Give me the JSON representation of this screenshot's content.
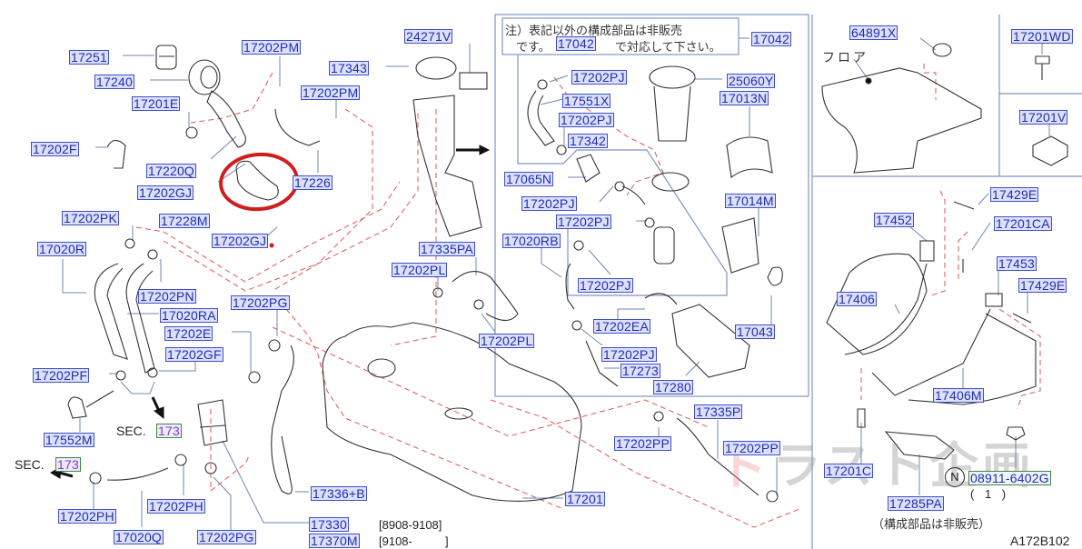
{
  "diagram": {
    "title_code": "A172B102",
    "colors": {
      "label_text": "#1f2fb0",
      "label_fill": "#dde0fb",
      "label_border": "#3f4fc9",
      "dashed_guide": "#e05555",
      "leader": "#6f87b3",
      "highlight_circle": "#d01e1e",
      "watermark_red": "#f28b8b",
      "watermark_gray": "#8a8a8a"
    },
    "note_box": {
      "line1": "注）表記以外の構成部品は非販売",
      "line2_prefix": "です。",
      "line2_ref": "17042",
      "line2_suffix": "で対応して下さい。",
      "ref_label": "17042"
    },
    "floor_label": "フロア",
    "sec_refs": [
      {
        "prefix": "SEC.",
        "code": "173"
      },
      {
        "prefix": "SEC.",
        "code": "173"
      }
    ],
    "date_ranges": [
      "[8908-9108]",
      "[9108-          ]"
    ],
    "n_marker": "N",
    "n_part": "08911-6402G",
    "n_qty": "( 1 )",
    "not_sold_note": "（構成部品は非販売）",
    "watermark": {
      "red": "ト",
      "gray": "ラスト企画"
    },
    "parts": [
      {
        "id": "p17251",
        "code": "17251"
      },
      {
        "id": "p17240",
        "code": "17240"
      },
      {
        "id": "p17201E",
        "code": "17201E"
      },
      {
        "id": "p17202F",
        "code": "17202F"
      },
      {
        "id": "p17220Q",
        "code": "17220Q"
      },
      {
        "id": "p17202GJ_a",
        "code": "17202GJ"
      },
      {
        "id": "p17202PM_a",
        "code": "17202PM"
      },
      {
        "id": "p17202PM_b",
        "code": "17202PM"
      },
      {
        "id": "p17226",
        "code": "17226"
      },
      {
        "id": "p17343",
        "code": "17343"
      },
      {
        "id": "p24271V",
        "code": "24271V"
      },
      {
        "id": "p17202PK",
        "code": "17202PK"
      },
      {
        "id": "p17228M",
        "code": "17228M"
      },
      {
        "id": "p17202GJ_b",
        "code": "17202GJ"
      },
      {
        "id": "p17020R",
        "code": "17020R"
      },
      {
        "id": "p17202PN",
        "code": "17202PN"
      },
      {
        "id": "p17020RA",
        "code": "17020RA"
      },
      {
        "id": "p17202PG_a",
        "code": "17202PG"
      },
      {
        "id": "p17202E",
        "code": "17202E"
      },
      {
        "id": "p17202GF",
        "code": "17202GF"
      },
      {
        "id": "p17202PF",
        "code": "17202PF"
      },
      {
        "id": "p17552M",
        "code": "17552M"
      },
      {
        "id": "p17202PH_a",
        "code": "17202PH"
      },
      {
        "id": "p17202PH_b",
        "code": "17202PH"
      },
      {
        "id": "p17020Q",
        "code": "17020Q"
      },
      {
        "id": "p17202PG_b",
        "code": "17202PG"
      },
      {
        "id": "p17336B",
        "code": "17336+B"
      },
      {
        "id": "p17330",
        "code": "17330"
      },
      {
        "id": "p17370M",
        "code": "17370M"
      },
      {
        "id": "p17335PA",
        "code": "17335PA"
      },
      {
        "id": "p17202PL_a",
        "code": "17202PL"
      },
      {
        "id": "p17202PL_b",
        "code": "17202PL"
      },
      {
        "id": "p17201",
        "code": "17201"
      },
      {
        "id": "p17202PP_a",
        "code": "17202PP"
      },
      {
        "id": "p17335P",
        "code": "17335P"
      },
      {
        "id": "p17202PP_b",
        "code": "17202PP"
      },
      {
        "id": "p17202PJ_1",
        "code": "17202PJ"
      },
      {
        "id": "p17551X",
        "code": "17551X"
      },
      {
        "id": "p17202PJ_2",
        "code": "17202PJ"
      },
      {
        "id": "p17342",
        "code": "17342"
      },
      {
        "id": "p17065N",
        "code": "17065N"
      },
      {
        "id": "p17202PJ_3",
        "code": "17202PJ"
      },
      {
        "id": "p17202PJ_4",
        "code": "17202PJ"
      },
      {
        "id": "p25060Y",
        "code": "25060Y"
      },
      {
        "id": "p17013N",
        "code": "17013N"
      },
      {
        "id": "p17014M",
        "code": "17014M"
      },
      {
        "id": "p17020RB",
        "code": "17020RB"
      },
      {
        "id": "p17202PJ_5",
        "code": "17202PJ"
      },
      {
        "id": "p17202EA",
        "code": "17202EA"
      },
      {
        "id": "p17202PJ_6",
        "code": "17202PJ"
      },
      {
        "id": "p17273",
        "code": "17273"
      },
      {
        "id": "p17280",
        "code": "17280"
      },
      {
        "id": "p17043",
        "code": "17043"
      },
      {
        "id": "p64891X",
        "code": "64891X"
      },
      {
        "id": "p17201WD",
        "code": "17201WD"
      },
      {
        "id": "p17201V",
        "code": "17201V"
      },
      {
        "id": "p17429E_a",
        "code": "17429E"
      },
      {
        "id": "p17452",
        "code": "17452"
      },
      {
        "id": "p17201CA",
        "code": "17201CA"
      },
      {
        "id": "p17453",
        "code": "17453"
      },
      {
        "id": "p17429E_b",
        "code": "17429E"
      },
      {
        "id": "p17406",
        "code": "17406"
      },
      {
        "id": "p17406M",
        "code": "17406M"
      },
      {
        "id": "p17201C",
        "code": "17201C"
      },
      {
        "id": "p17285PA",
        "code": "17285PA"
      }
    ]
  }
}
